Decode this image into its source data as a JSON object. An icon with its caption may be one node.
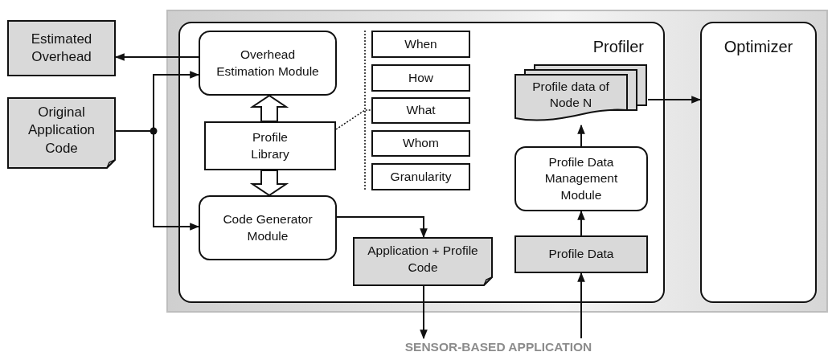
{
  "diagram": {
    "nodes": [
      {
        "text": [
          "Estimated Overhead"
        ]
      },
      {
        "text": [
          "Original Application Code"
        ]
      },
      {
        "text": [],
        "shape": "box"
      },
      {
        "text": [
          "Profiler"
        ],
        "in": 2
      },
      {
        "text": [
          "Overhead Estimation Module"
        ],
        "in": 3
      },
      {
        "text": [
          "Profile Library"
        ],
        "in": 3
      },
      {
        "text": [
          "When"
        ],
        "in": 3
      },
      {
        "text": [
          "How"
        ],
        "in": 3
      },
      {
        "text": [
          "What"
        ],
        "in": 3
      },
      {
        "text": [
          "Whom"
        ],
        "in": 3
      },
      {
        "text": [
          "Granularity"
        ],
        "in": 3
      },
      {
        "text": [
          "Code Generator Module"
        ],
        "in": 3
      },
      {
        "text": [
          "Application + Profile Code"
        ],
        "in": 3
      },
      {
        "text": [
          "Profile data of Node N"
        ],
        "in": 3
      },
      {
        "text": [
          "Profile Data Management Module"
        ],
        "in": 3
      },
      {
        "text": [
          "Profile Data"
        ],
        "in": 3
      },
      {
        "text": [
          "Optimizer"
        ],
        "in": 2
      },
      {
        "text": [
          "SENSOR-BASED APPLICATION"
        ]
      }
    ],
    "edges": [
      {
        "from": 4,
        "to": 0,
        "arrow": "to"
      },
      {
        "from": 1,
        "to": 4,
        "arrow": "to"
      },
      {
        "from": 1,
        "to": 11,
        "arrow": "to"
      },
      {
        "from": 5,
        "to": 4,
        "arrow": "to",
        "style": "thick"
      },
      {
        "from": 5,
        "to": 11,
        "arrow": "to",
        "style": "thick"
      },
      {
        "from": 5,
        "to": 8,
        "arrow": "none",
        "style": "dashed"
      },
      {
        "from": 11,
        "to": 12,
        "arrow": "to"
      },
      {
        "from": 12,
        "to": 17,
        "arrow": "to"
      },
      {
        "from": 17,
        "to": 15,
        "arrow": "to"
      },
      {
        "from": 15,
        "to": 14,
        "arrow": "to"
      },
      {
        "from": 14,
        "to": 13,
        "arrow": "to"
      },
      {
        "from": 13,
        "to": 16,
        "arrow": "to"
      }
    ]
  }
}
